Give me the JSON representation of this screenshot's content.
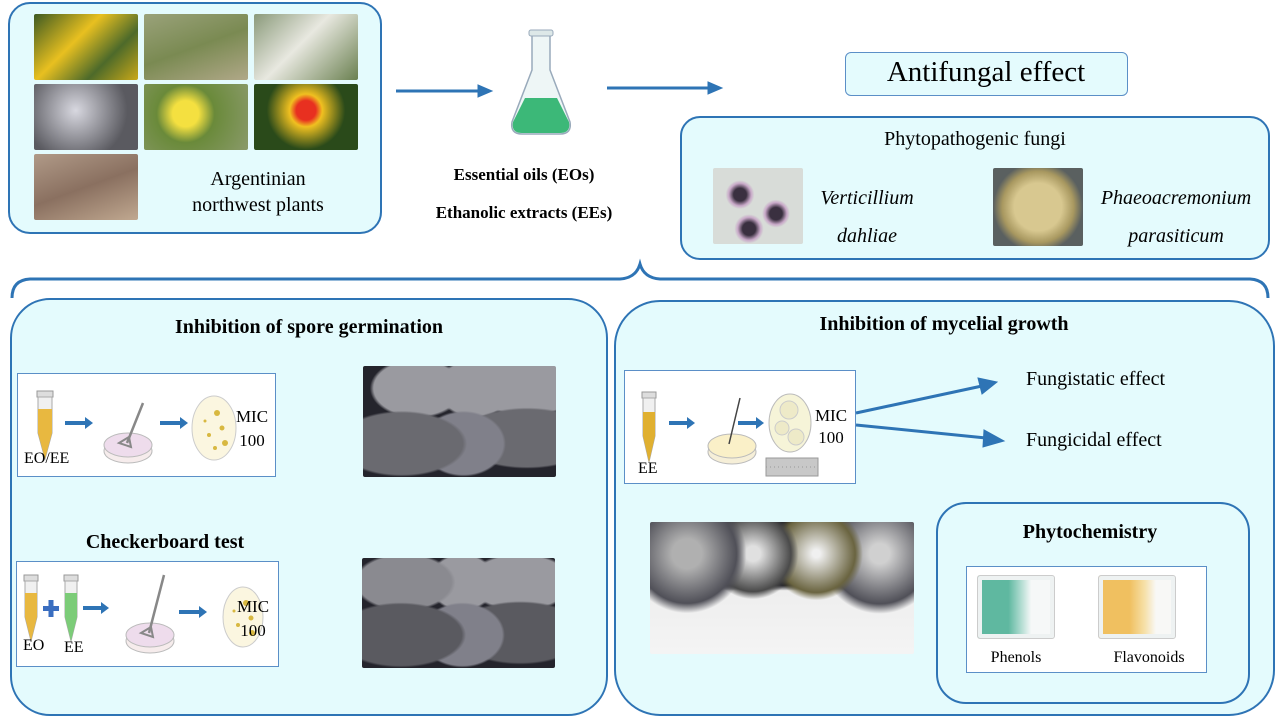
{
  "plants": {
    "label_line1": "Argentinian",
    "label_line2": "northwest plants"
  },
  "extracts": {
    "eo": "Essential oils (EOs)",
    "ee": "Ethanolic extracts (EEs)"
  },
  "antifungal": {
    "title": "Antifungal effect"
  },
  "fungi": {
    "title": "Phytopathogenic fungi",
    "species": [
      {
        "genus": "Verticillium",
        "epithet": "dahliae"
      },
      {
        "genus": "Phaeoacremonium",
        "epithet": "parasiticum"
      }
    ]
  },
  "spore": {
    "title": "Inhibition of spore germination",
    "tube_label": "EO/EE",
    "mic_line1": "MIC",
    "mic_line2": "100",
    "checkerboard_title": "Checkerboard test",
    "cb_tube1": "EO",
    "cb_tube2": "EE",
    "cb_mic_line1": "MIC",
    "cb_mic_line2": "100"
  },
  "mycelial": {
    "title": "Inhibition of mycelial growth",
    "tube_label": "EE",
    "mic_line1": "MIC",
    "mic_line2": "100",
    "fungistatic": "Fungistatic effect",
    "fungicidal": "Fungicidal effect"
  },
  "phyto": {
    "title": "Phytochemistry",
    "phenols": "Phenols",
    "flavonoids": "Flavonoids"
  },
  "colors": {
    "accent": "#2e74b5",
    "panel_bg": "#e4fbfd",
    "phenol_well": "#5fb8a0",
    "flavonoid_well": "#f0c060"
  }
}
